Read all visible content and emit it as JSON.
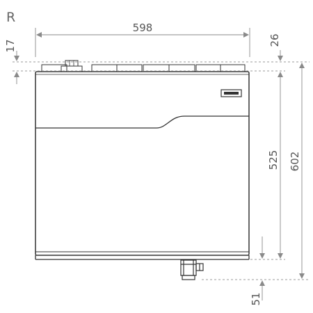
{
  "view_label": "R",
  "dimensions": {
    "width": "598",
    "top_offset_small": "17",
    "top_offset_right": "26",
    "body_height": "525",
    "total_height": "602",
    "bottom_pipe": "51"
  },
  "colors": {
    "line": "#333333",
    "dim_line": "#8a8a8a",
    "dashed": "#9a9a9a",
    "text": "#555555"
  }
}
